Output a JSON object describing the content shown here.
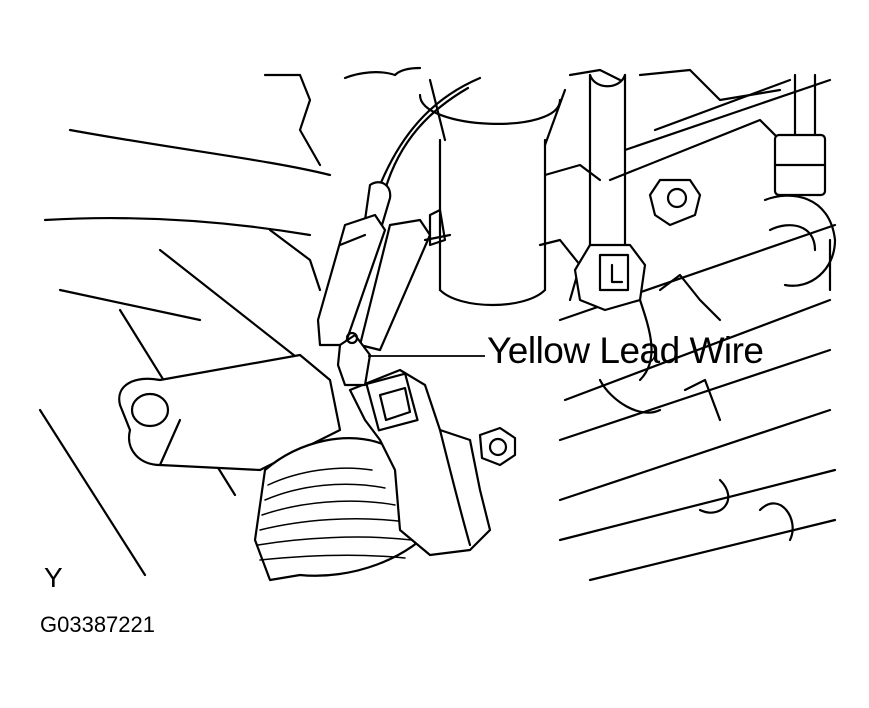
{
  "callout": {
    "label": "Yellow Lead Wire"
  },
  "view_letter": "Y",
  "figure_code": "G03387221",
  "colors": {
    "ink": "#000000",
    "paper": "#ffffff"
  }
}
